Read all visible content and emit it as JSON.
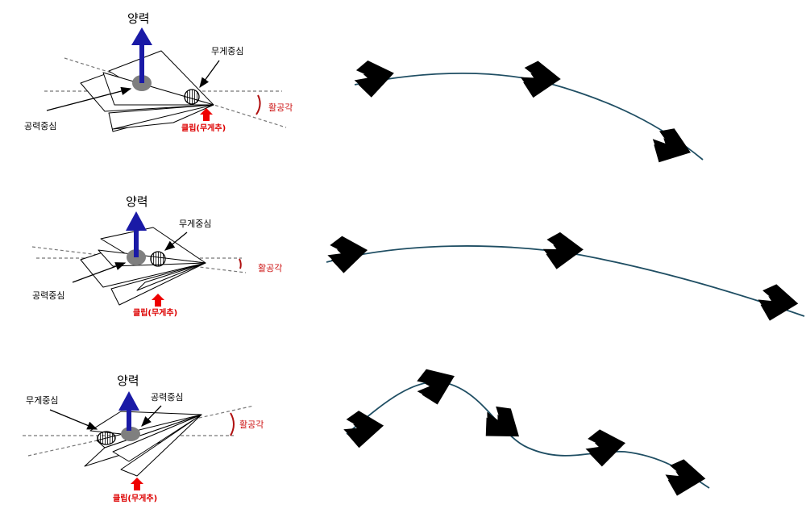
{
  "rows": [
    {
      "lift_label": "양력",
      "cg_label": "무게중심",
      "cp_label": "공력중심",
      "angle_label": "활공각",
      "clip_label": "클립(무게추)"
    },
    {
      "lift_label": "양력",
      "cg_label": "무게중심",
      "cp_label": "공력중심",
      "angle_label": "활공각",
      "clip_label": "클립(무게추)"
    },
    {
      "lift_label": "양력",
      "cg_label": "무게중심",
      "cp_label": "공력중심",
      "angle_label": "활공각",
      "clip_label": "클립(무게추)"
    }
  ],
  "colors": {
    "lift_arrow": "#1a1aa6",
    "angle_text": "#cc1111",
    "clip_arrow": "#ee0000",
    "trajectory": "#1f4e63",
    "center_of_pressure": "#7f7f7f"
  }
}
